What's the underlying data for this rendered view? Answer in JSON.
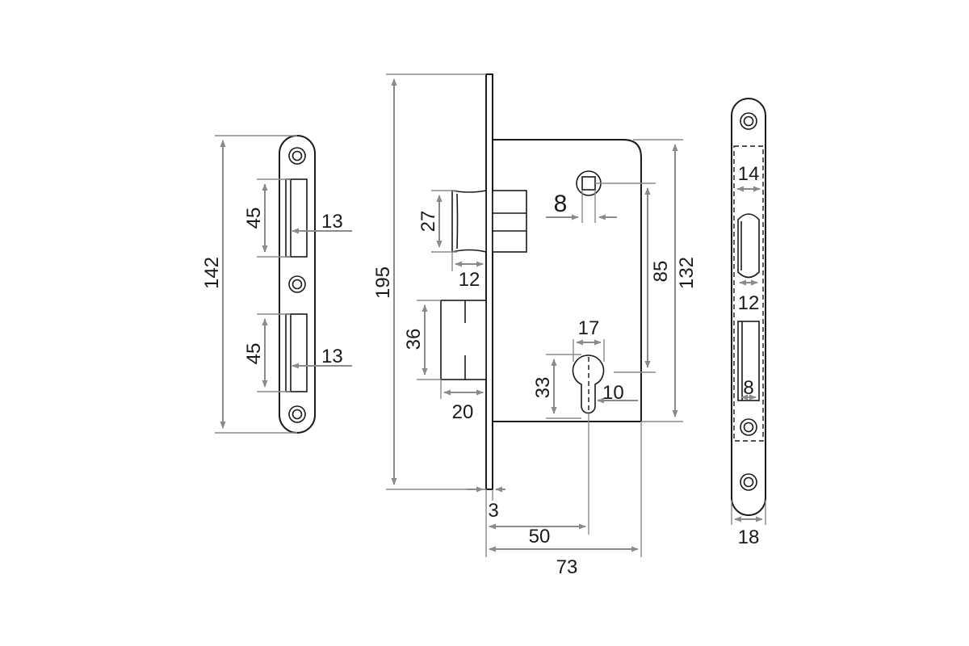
{
  "dimensions": {
    "left_strike_height": "142",
    "left_upper_slot_height": "45",
    "left_upper_slot_width": "13",
    "left_lower_slot_height": "45",
    "left_lower_slot_width": "13",
    "faceplate_height": "195",
    "latch_height": "27",
    "latch_width": "12",
    "deadbolt_height": "36",
    "deadbolt_width": "20",
    "spindle_square": "8",
    "spindle_to_cylinder": "85",
    "case_height": "132",
    "cylinder_width": "17",
    "cylinder_height": "33",
    "cylinder_bottom_width": "10",
    "faceplate_thickness": "3",
    "backset": "50",
    "case_depth": "73",
    "right_upper_slot_width": "14",
    "right_gap": "12",
    "right_lower_slot_width": "8",
    "right_plate_width": "18"
  }
}
